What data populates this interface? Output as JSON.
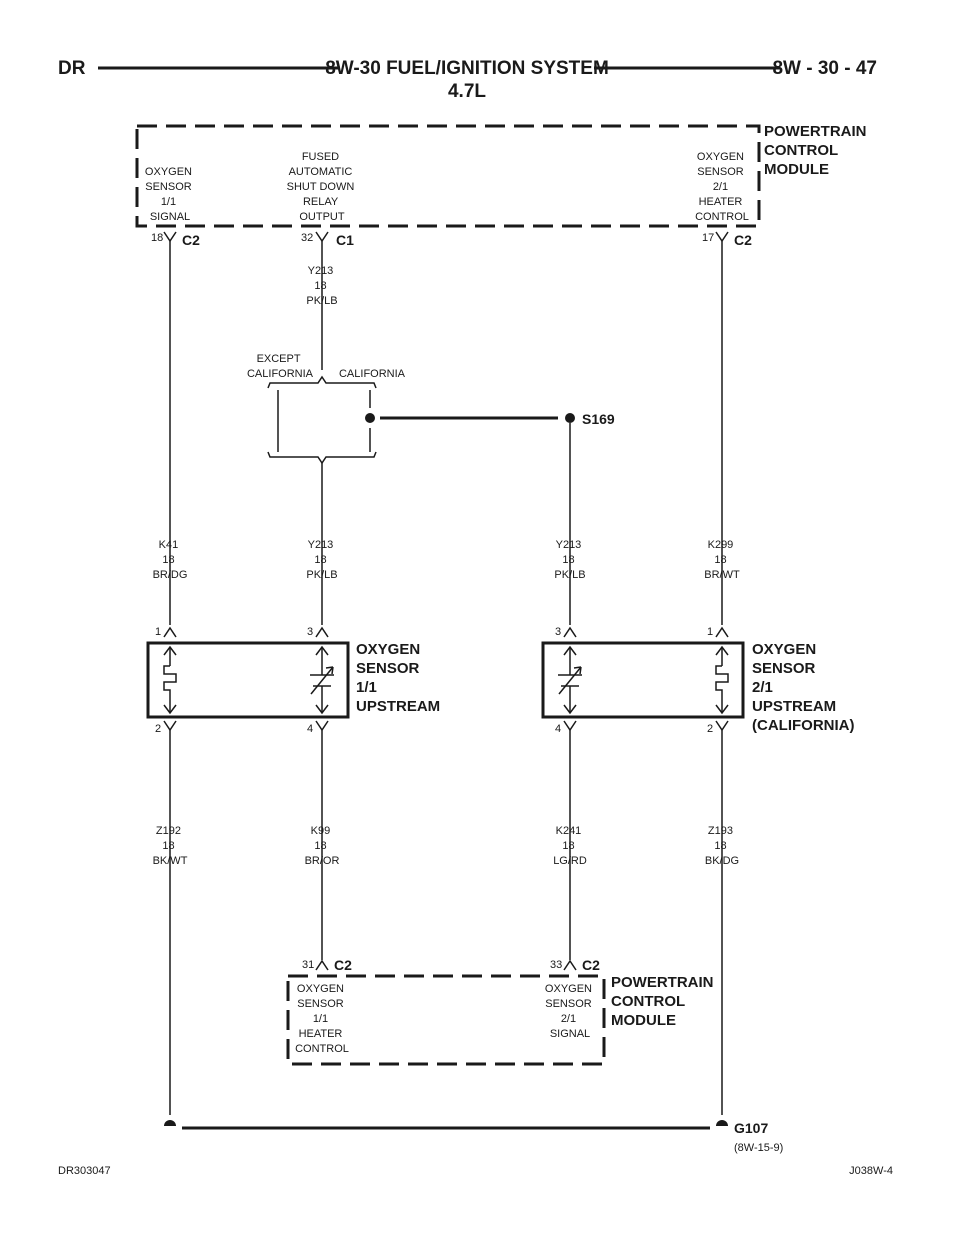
{
  "header": {
    "left": "DR",
    "title": "8W-30 FUEL/IGNITION SYSTEM",
    "subtitle": "4.7L",
    "page_ref": "8W - 30 - 47"
  },
  "pcm_top": {
    "name": [
      "POWERTRAIN",
      "CONTROL",
      "MODULE"
    ],
    "terminal_left": [
      "OXYGEN",
      "SENSOR",
      "1/1",
      "SIGNAL"
    ],
    "terminal_mid": [
      "FUSED",
      "AUTOMATIC",
      "SHUT DOWN",
      "RELAY",
      "OUTPUT"
    ],
    "terminal_right": [
      "OXYGEN",
      "SENSOR",
      "2/1",
      "HEATER",
      "CONTROL"
    ],
    "pins": [
      {
        "pin": "18",
        "connector": "C2"
      },
      {
        "pin": "32",
        "connector": "C1"
      },
      {
        "pin": "17",
        "connector": "C2"
      }
    ]
  },
  "wires": {
    "y213_top": [
      "Y213",
      "18",
      "PK/LB"
    ],
    "k41": [
      "K41",
      "18",
      "BR/DG"
    ],
    "y213_left": [
      "Y213",
      "18",
      "PK/LB"
    ],
    "y213_right": [
      "Y213",
      "18",
      "PK/LB"
    ],
    "k299": [
      "K299",
      "18",
      "BR/WT"
    ],
    "z192": [
      "Z192",
      "18",
      "BK/WT"
    ],
    "k99": [
      "K99",
      "18",
      "BR/OR"
    ],
    "k241": [
      "K241",
      "18",
      "LG/RD"
    ],
    "z193": [
      "Z193",
      "18",
      "BK/DG"
    ]
  },
  "options": {
    "except_california": [
      "EXCEPT",
      "CALIFORNIA"
    ],
    "california": "CALIFORNIA"
  },
  "splice": "S169",
  "sensor_11": {
    "name": [
      "OXYGEN",
      "SENSOR",
      "1/1",
      "UPSTREAM"
    ],
    "pins": [
      "1",
      "3",
      "2",
      "4"
    ]
  },
  "sensor_21": {
    "name": [
      "OXYGEN",
      "SENSOR",
      "2/1",
      "UPSTREAM",
      "(CALIFORNIA)"
    ],
    "pins": [
      "3",
      "1",
      "4",
      "2"
    ]
  },
  "pcm_bottom": {
    "name": [
      "POWERTRAIN",
      "CONTROL",
      "MODULE"
    ],
    "terminal_left": [
      "OXYGEN",
      "SENSOR",
      "1/1",
      "HEATER",
      "CONTROL"
    ],
    "terminal_right": [
      "OXYGEN",
      "SENSOR",
      "2/1",
      "SIGNAL"
    ],
    "pins": [
      {
        "pin": "31",
        "connector": "C2"
      },
      {
        "pin": "33",
        "connector": "C2"
      }
    ]
  },
  "ground": {
    "name": "G107",
    "ref": "(8W-15-9)"
  },
  "footer": {
    "left": "DR303047",
    "right": "J038W-4"
  }
}
